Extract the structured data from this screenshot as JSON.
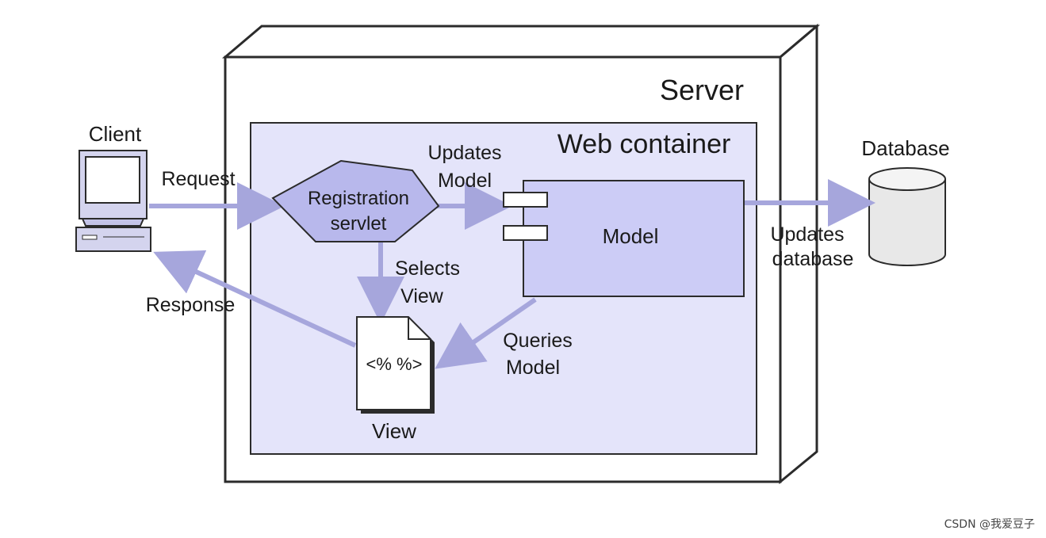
{
  "diagram": {
    "server_label": "Server",
    "container_label": "Web container",
    "client_label": "Client",
    "database_label": "Database",
    "servlet_label_line1": "Registration",
    "servlet_label_line2": "servlet",
    "model_label": "Model",
    "view_page_text": "<% %>",
    "view_label": "View",
    "edges": {
      "request": "Request",
      "response": "Response",
      "updates_model_line1": "Updates",
      "updates_model_line2": "Model",
      "selects_view_line1": "Selects",
      "selects_view_line2": "View",
      "queries_model_line1": "Queries",
      "queries_model_line2": "Model",
      "updates_database_line1": "Updates",
      "updates_database_line2": "database"
    }
  },
  "watermark": "CSDN @我爱豆子",
  "colors": {
    "container_fill": "#e4e4fa",
    "model_fill": "#ccccf6",
    "servlet_fill": "#b8b8ec",
    "arrow": "#a6a6dc",
    "outline": "#2b2b2b"
  }
}
